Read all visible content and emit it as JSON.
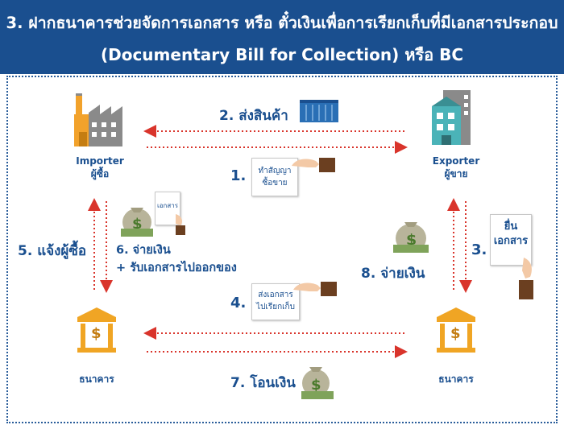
{
  "header": {
    "title_line1": "3. ฝากธนาคารช่วยจัดการเอกสาร หรือ ตั๋วเงินเพื่อการเรียกเก็บที่มีเอกสารประกอบ",
    "title_line2": "(Documentary Bill for Collection) หรือ BC"
  },
  "parties": {
    "importer_en": "Importer",
    "importer_th": "ผู้ซื้อ",
    "exporter_en": "Exporter",
    "exporter_th": "ผู้ขาย",
    "bank_left": "ธนาคาร",
    "bank_right": "ธนาคาร"
  },
  "steps": {
    "s1_num": "1.",
    "s1_doc": [
      "ทำสัญญา",
      "ซื้อขาย"
    ],
    "s2": "2. ส่งสินค้า",
    "s3_num": "3.",
    "s3_doc": [
      "ยื่น",
      "เอกสาร"
    ],
    "s4_num": "4.",
    "s4_doc": [
      "ส่งเอกสาร",
      "ไปเรียกเก็บ"
    ],
    "s5": "5. แจ้งผู้ซื้อ",
    "s6_line1": "6. จ่ายเงิน",
    "s6_line2": "+ รับเอกสารไปออกของ",
    "s6_doc": "เอกสาร",
    "s7": "7. โอนเงิน",
    "s8": "8. จ่ายเงิน"
  },
  "colors": {
    "header_bg": "#1a4f8f",
    "arrow_red": "#d9342b",
    "factory_orange": "#f2a22b",
    "building_teal": "#4bb3b8",
    "bank_gold": "#f0a524",
    "money_bag": "#b8b49a",
    "cash_green": "#7fa35a",
    "hand_brown": "#6b3f20"
  },
  "icons": [
    "factory-icon",
    "office-building-icon",
    "container-icon",
    "bank-icon",
    "money-bag-icon",
    "hand-with-document-icon"
  ]
}
